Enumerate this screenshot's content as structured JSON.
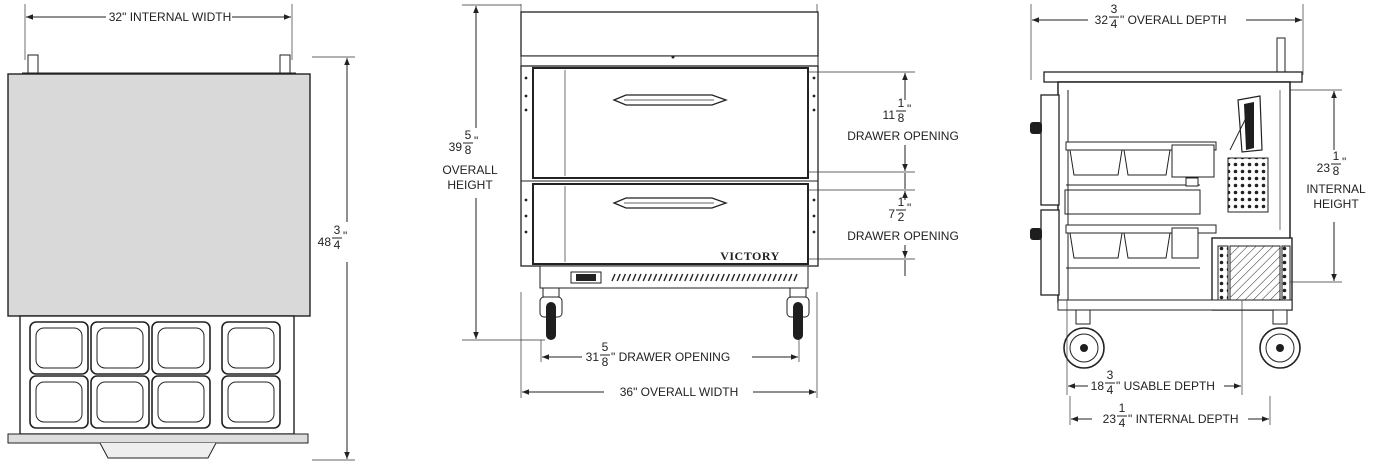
{
  "top_view": {
    "width_label": "32\" INTERNAL WIDTH",
    "height_whole": "48",
    "height_num": "3",
    "height_den": "4",
    "height_suffix": "\""
  },
  "front_view": {
    "overall_height_whole": "39",
    "overall_height_num": "5",
    "overall_height_den": "8",
    "overall_height_suffix": "\"",
    "overall_height_line1": "OVERALL",
    "overall_height_line2": "HEIGHT",
    "upper_drawer_whole": "11",
    "upper_drawer_num": "1",
    "upper_drawer_den": "8",
    "upper_drawer_suffix": "\"",
    "upper_drawer_label": "DRAWER OPENING",
    "lower_drawer_whole": "7",
    "lower_drawer_num": "1",
    "lower_drawer_den": "2",
    "lower_drawer_suffix": "\"",
    "lower_drawer_label": "DRAWER OPENING",
    "drawer_width_whole": "31",
    "drawer_width_num": "5",
    "drawer_width_den": "8",
    "drawer_width_suffix": "\" DRAWER OPENING",
    "overall_width_label": "36\" OVERALL WIDTH",
    "brand": "VICTORY"
  },
  "side_view": {
    "overall_depth_whole": "32",
    "overall_depth_num": "3",
    "overall_depth_den": "4",
    "overall_depth_suffix": "\" OVERALL DEPTH",
    "internal_height_whole": "23",
    "internal_height_num": "1",
    "internal_height_den": "8",
    "internal_height_suffix": "\"",
    "internal_height_line1": "INTERNAL",
    "internal_height_line2": "HEIGHT",
    "usable_depth_whole": "18",
    "usable_depth_num": "3",
    "usable_depth_den": "4",
    "usable_depth_suffix": "\" USABLE DEPTH",
    "internal_depth_whole": "23",
    "internal_depth_num": "1",
    "internal_depth_den": "4",
    "internal_depth_suffix": "\" INTERNAL DEPTH"
  }
}
